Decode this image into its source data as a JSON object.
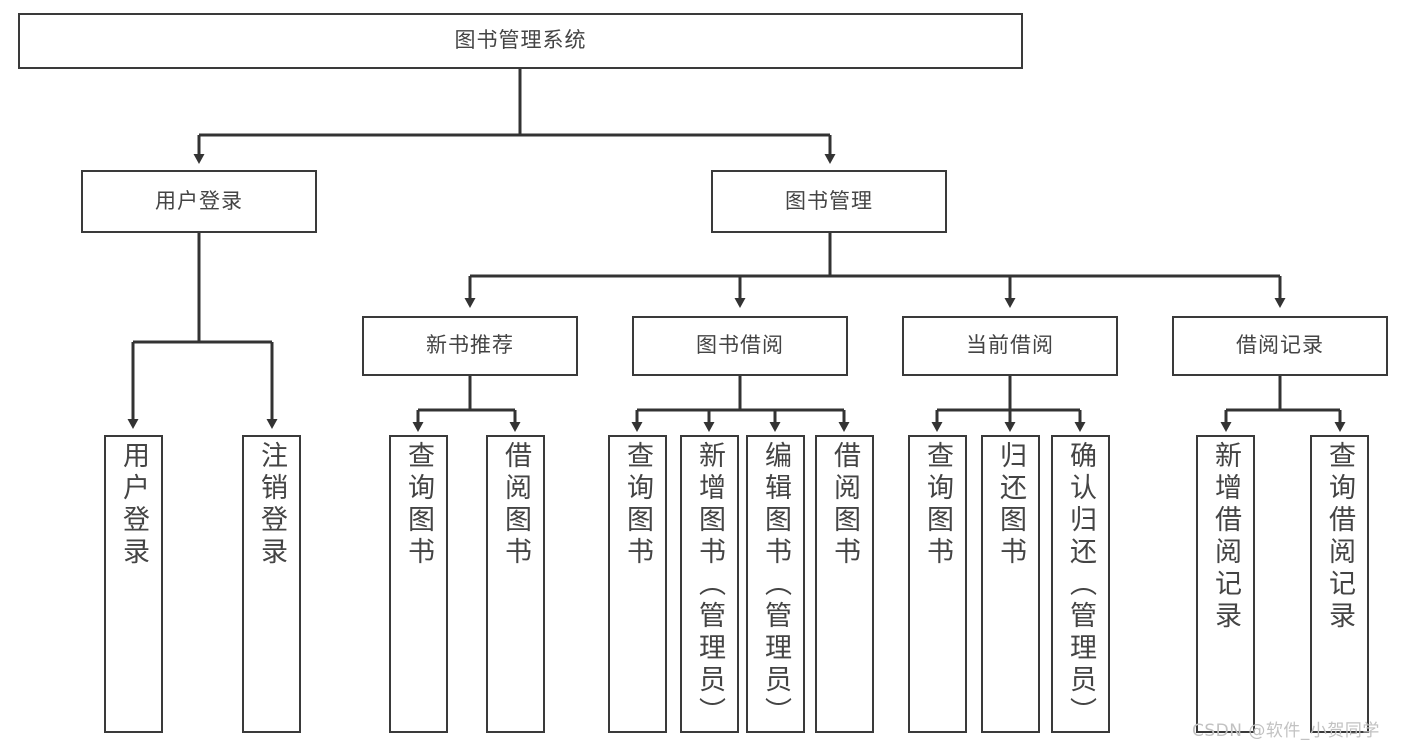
{
  "diagram": {
    "type": "tree-hierarchy",
    "title": "图书管理系统",
    "colors": {
      "box_border": "#3a3a3a",
      "box_fill": "#ffffff",
      "text": "#444444",
      "connector": "#333333",
      "watermark": "#c2c2c2"
    },
    "levels": {
      "root": {
        "label": "图书管理系统"
      },
      "level2": [
        {
          "label": "用户登录"
        },
        {
          "label": "图书管理"
        }
      ],
      "level3": [
        {
          "label": "新书推荐"
        },
        {
          "label": "图书借阅"
        },
        {
          "label": "当前借阅"
        },
        {
          "label": "借阅记录"
        }
      ],
      "leaves": {
        "user_login": [
          {
            "label": "用户登录"
          },
          {
            "label": "注销登录"
          }
        ],
        "new_book_recommend": [
          {
            "label": "查询图书"
          },
          {
            "label": "借阅图书"
          }
        ],
        "book_borrow": [
          {
            "label": "查询图书"
          },
          {
            "label": "新增图书（管理员）"
          },
          {
            "label": "编辑图书（管理员）"
          },
          {
            "label": "借阅图书"
          }
        ],
        "current_borrow": [
          {
            "label": "查询图书"
          },
          {
            "label": "归还图书"
          },
          {
            "label": "确认归还（管理员）"
          }
        ],
        "borrow_record": [
          {
            "label": "新增借阅记录"
          },
          {
            "label": "查询借阅记录"
          }
        ]
      }
    },
    "watermark": "CSDN @软件_小贺同学"
  }
}
